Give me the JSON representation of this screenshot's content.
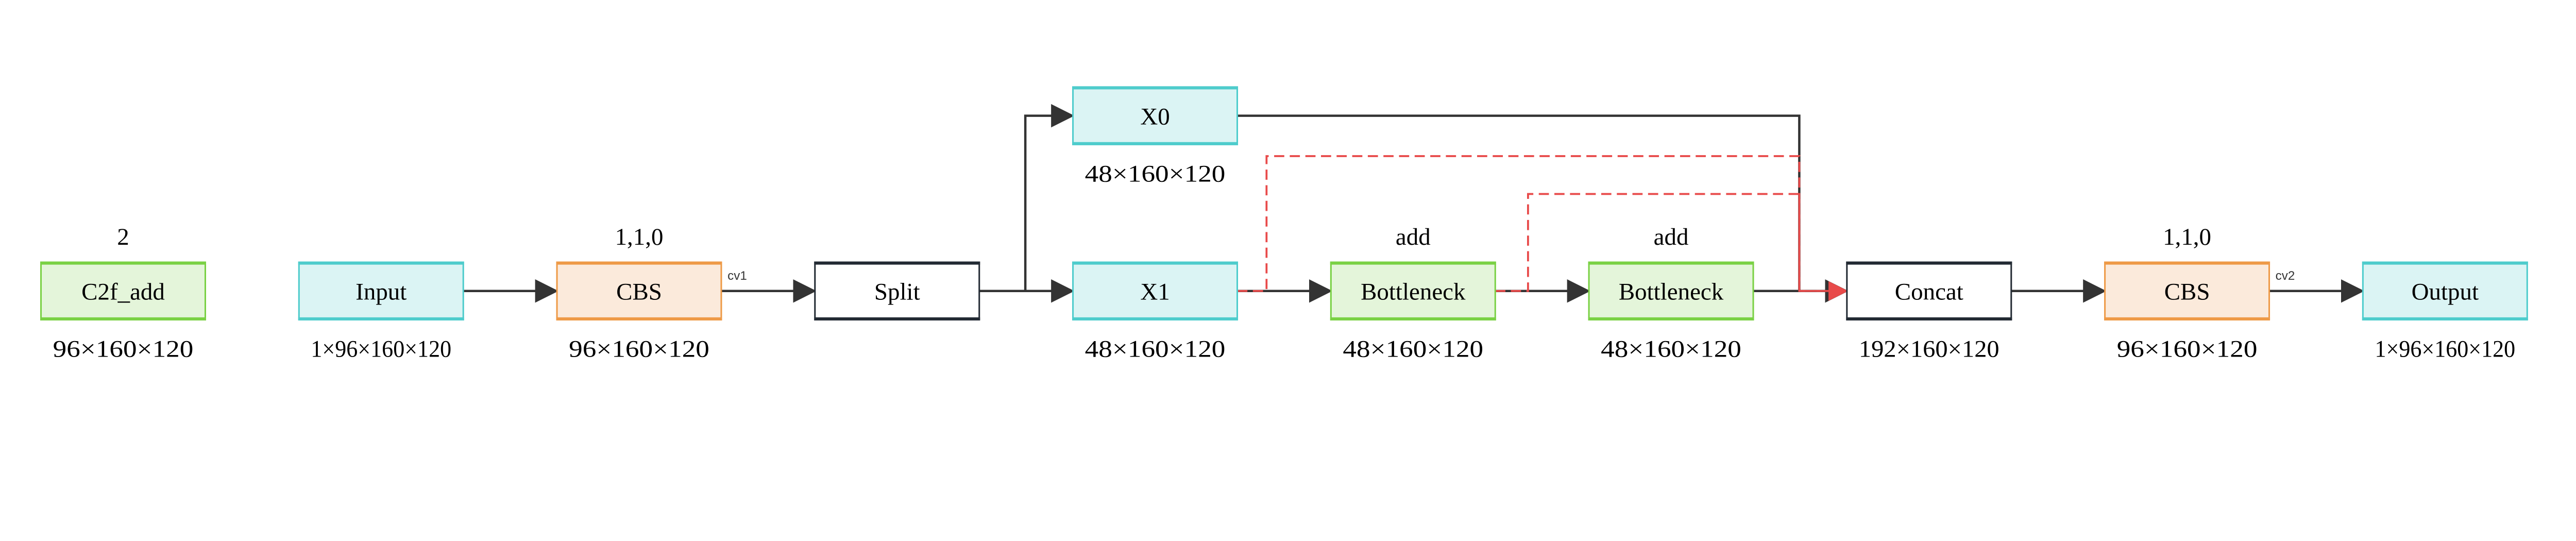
{
  "colors": {
    "green_fill": "#e4f5da",
    "green_stroke": "#7ad145",
    "cyan_fill": "#dbf4f4",
    "cyan_stroke": "#4ecccc",
    "orange_fill": "#fbeadb",
    "orange_stroke": "#ee9a47",
    "plain_fill": "#ffffff",
    "plain_stroke": "#222a33",
    "edge": "#333333",
    "residual": "#e84a4a"
  },
  "nodes": [
    {
      "id": "c2f",
      "label": "C2f_add",
      "style": "green",
      "above": "2",
      "below": "96×160×120"
    },
    {
      "id": "input",
      "label": "Input",
      "style": "cyan",
      "above": "",
      "below": "1×96×160×120"
    },
    {
      "id": "cbs1",
      "label": "CBS",
      "style": "orange",
      "above": "1,1,0",
      "below": "96×160×120",
      "tag": "cv1"
    },
    {
      "id": "split",
      "label": "Split",
      "style": "plain",
      "above": "",
      "below": ""
    },
    {
      "id": "x1",
      "label": "X1",
      "style": "cyan",
      "above": "",
      "below": "48×160×120"
    },
    {
      "id": "bneck1",
      "label": "Bottleneck",
      "style": "green",
      "above": "add",
      "below": "48×160×120"
    },
    {
      "id": "bneck2",
      "label": "Bottleneck",
      "style": "green",
      "above": "add",
      "below": "48×160×120"
    },
    {
      "id": "concat",
      "label": "Concat",
      "style": "plain",
      "above": "",
      "below": "192×160×120"
    },
    {
      "id": "cbs2",
      "label": "CBS",
      "style": "orange",
      "above": "1,1,0",
      "below": "96×160×120",
      "tag": "cv2"
    },
    {
      "id": "output",
      "label": "Output",
      "style": "cyan",
      "above": "",
      "below": "1×96×160×120"
    },
    {
      "id": "x0",
      "label": "X0",
      "style": "cyan",
      "above": "",
      "below": "48×160×120"
    }
  ],
  "edges": [
    [
      "input",
      "cbs1"
    ],
    [
      "cbs1",
      "split"
    ],
    [
      "split",
      "x1"
    ],
    [
      "split",
      "x0"
    ],
    [
      "x1",
      "bneck1"
    ],
    [
      "bneck1",
      "bneck2"
    ],
    [
      "bneck2",
      "concat"
    ],
    [
      "x0",
      "concat"
    ],
    [
      "concat",
      "cbs2"
    ],
    [
      "cbs2",
      "output"
    ]
  ],
  "residual_edges": [
    [
      "x1",
      "concat"
    ],
    [
      "bneck1",
      "concat"
    ]
  ]
}
